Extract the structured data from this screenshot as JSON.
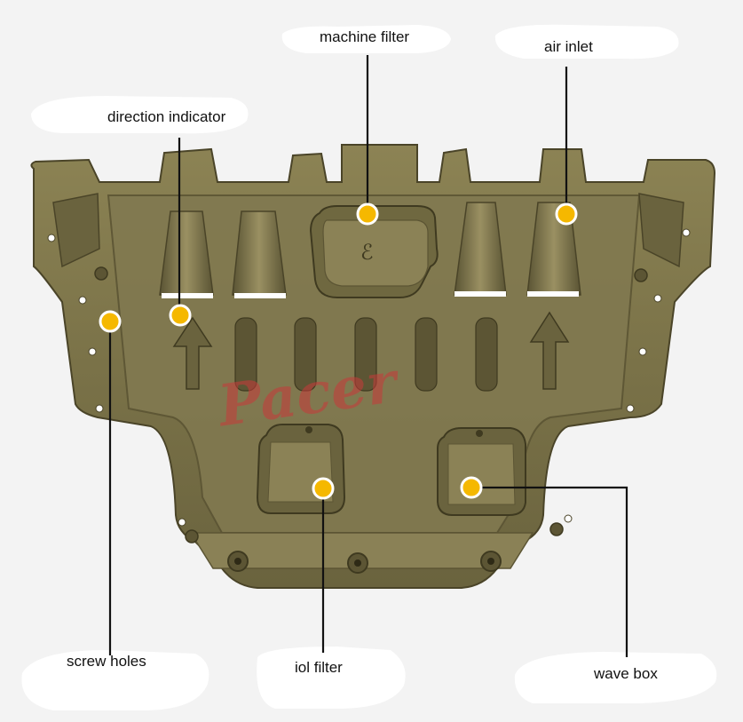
{
  "labels": {
    "machine_filter": "machine filter",
    "air_inlet": "air inlet",
    "direction_indicator": "direction indicator",
    "screw_holes": "screw holes",
    "iol_filter": "iol filter",
    "wave_box": "wave box"
  },
  "watermark": "Pacer",
  "colors": {
    "plate": "#7a7248",
    "plate_dark": "#4f4a2c",
    "plate_light": "#a29868",
    "marker": "#f5b800",
    "leader": "#111111",
    "background": "#f3f3f3",
    "callout": "#ffffff",
    "watermark": "#c83a3a"
  }
}
